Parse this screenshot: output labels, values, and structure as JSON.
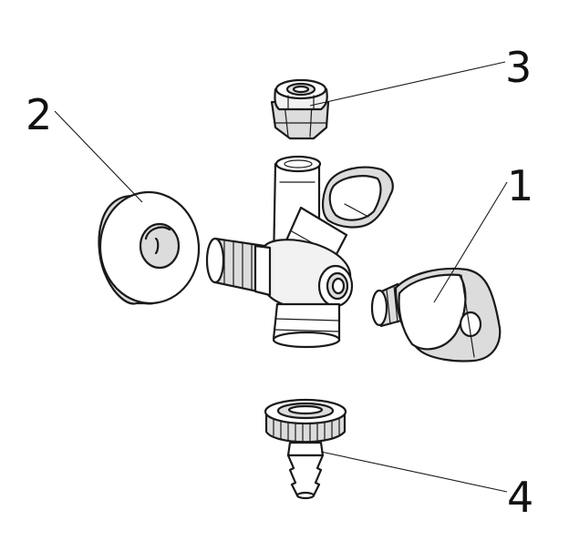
{
  "callouts": [
    {
      "id": "1",
      "label": "1"
    },
    {
      "id": "2",
      "label": "2"
    },
    {
      "id": "3",
      "label": "3"
    },
    {
      "id": "4",
      "label": "4"
    }
  ],
  "parts": [
    {
      "callout": "1",
      "icon": "valve-handle-knob-icon"
    },
    {
      "callout": "2",
      "icon": "wall-rosette-flange-icon"
    },
    {
      "callout": "3",
      "icon": "compression-nut-icon"
    },
    {
      "callout": "4",
      "icon": "hose-connector-icon"
    }
  ],
  "center_part_icon": "angle-valve-body-icon",
  "colors": {
    "line": "#1a1a1a",
    "fill": "#ffffff",
    "shade": "#dcdcdc"
  }
}
